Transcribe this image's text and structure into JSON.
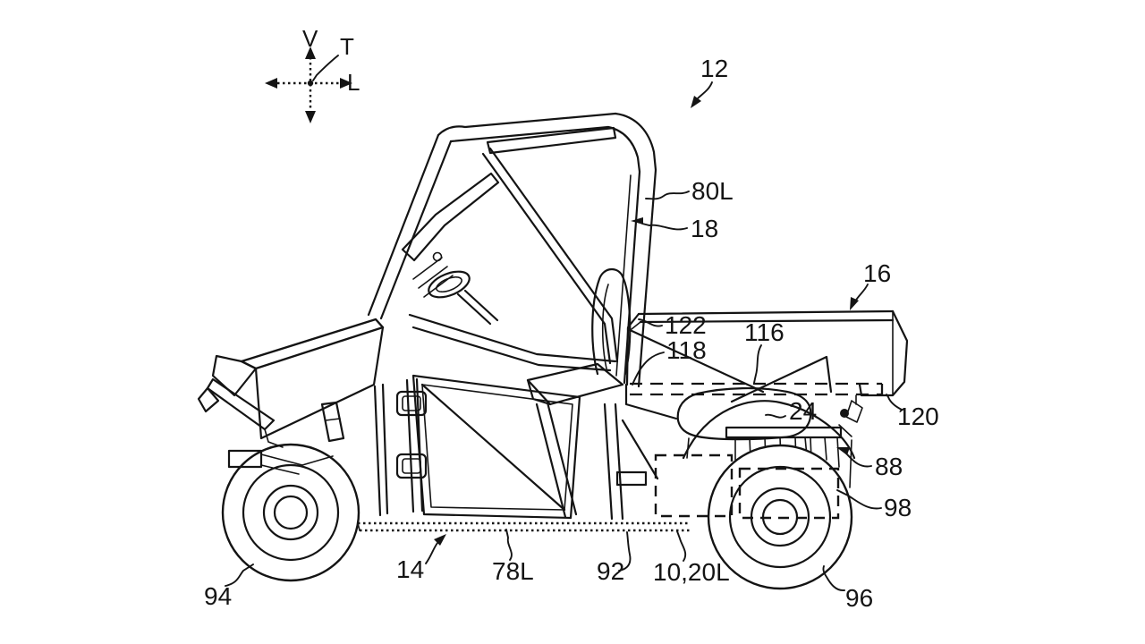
{
  "figure": {
    "background": "#ffffff",
    "line_color": "#141414",
    "description": "Patent-style side elevation line drawing of a side-by-side utility vehicle with roll cage, cargo box, wheels and reference numerals"
  },
  "compass": {
    "v": "V",
    "t": "T",
    "l": "L"
  },
  "refs": {
    "r12": "12",
    "r80L": "80L",
    "r18": "18",
    "r16": "16",
    "r122": "122",
    "r118": "118",
    "r116": "116",
    "r24": "24",
    "r120": "120",
    "r88": "88",
    "r98": "98",
    "r94": "94",
    "r14": "14",
    "r78L": "78L",
    "r92": "92",
    "r10_20L": "10,20L",
    "r96": "96"
  }
}
